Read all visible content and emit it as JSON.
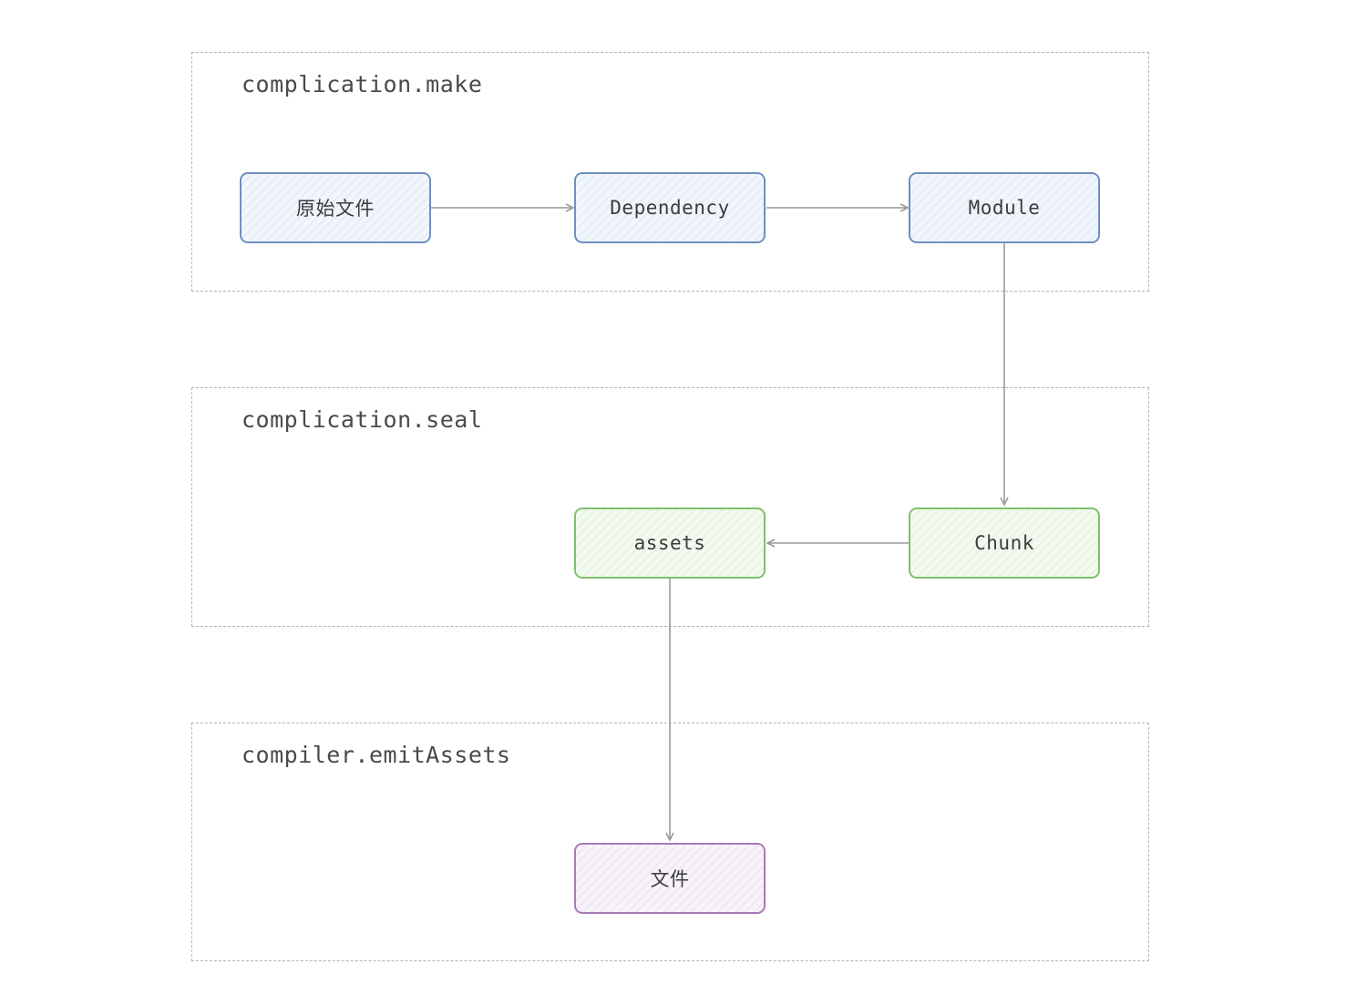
{
  "groups": {
    "make": {
      "title": "complication.make"
    },
    "seal": {
      "title": "complication.seal"
    },
    "emit": {
      "title": "compiler.emitAssets"
    }
  },
  "nodes": {
    "source_file": {
      "label": "原始文件",
      "color": "blue"
    },
    "dependency": {
      "label": "Dependency",
      "color": "blue"
    },
    "module": {
      "label": "Module",
      "color": "blue"
    },
    "chunk": {
      "label": "Chunk",
      "color": "green"
    },
    "assets": {
      "label": "assets",
      "color": "green"
    },
    "file": {
      "label": "文件",
      "color": "purple"
    }
  },
  "edges": [
    {
      "from": "原始文件",
      "to": "Dependency"
    },
    {
      "from": "Dependency",
      "to": "Module"
    },
    {
      "from": "Module",
      "to": "Chunk"
    },
    {
      "from": "Chunk",
      "to": "assets"
    },
    {
      "from": "assets",
      "to": "文件"
    }
  ],
  "colors": {
    "blue_border": "#6e8fc0",
    "green_border": "#7fc06c",
    "purple_border": "#a97ab8",
    "edge": "#9a9a9a",
    "group_border": "#b4b4b4"
  }
}
